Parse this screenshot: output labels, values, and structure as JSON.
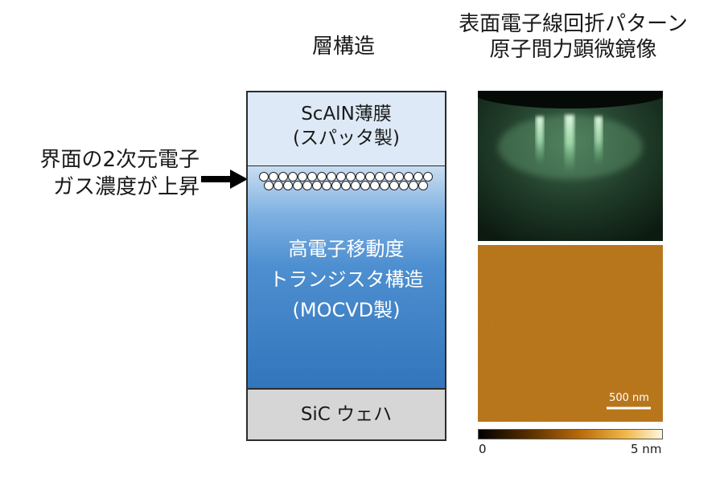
{
  "titles": {
    "layer_structure": "層構造",
    "right_line1": "表面電子線回折パターン",
    "right_line2": "原子間力顕微鏡像"
  },
  "annotation": {
    "line1": "界面の2次元電子",
    "line2": "ガス濃度が上昇"
  },
  "layers": {
    "scaln_line1": "ScAlN薄膜",
    "scaln_line2": "(スパッタ製)",
    "hemt_line1": "高電子移動度",
    "hemt_line2": "トランジスタ構造",
    "hemt_line3": "(MOCVD製)",
    "substrate": "SiC ウェハ"
  },
  "afm": {
    "scale_bar_label": "500 nm",
    "colorbar_min": "0",
    "colorbar_max": "5 nm"
  },
  "colors": {
    "scaln_layer": "#dde9f6",
    "hemt_layer": "#3375bb",
    "substrate_layer": "#d6d6d6",
    "rheed_glow": "#9fe3b0",
    "afm_base": "#b8741a"
  }
}
